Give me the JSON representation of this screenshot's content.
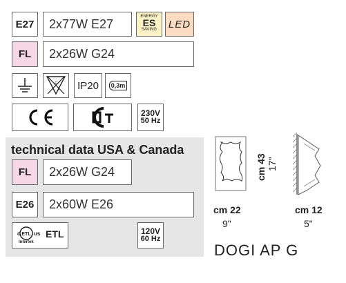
{
  "rows": {
    "e27": {
      "code": "E27",
      "value": "2x77W E27"
    },
    "fl": {
      "code": "FL",
      "value": "2x26W G24"
    }
  },
  "badges": {
    "energy_top": "ENERGY",
    "energy_es": "ES",
    "energy_bottom": "SAVING",
    "led": "LED"
  },
  "symbols": {
    "ip": "IP20",
    "distance": "0,3m",
    "voltage": "230V",
    "frequency": "50 Hz"
  },
  "usa": {
    "title": "technical data USA & Canada",
    "fl": {
      "code": "FL",
      "value": "2x26W G24"
    },
    "e26": {
      "code": "E26",
      "value": "2x60W E26"
    },
    "etl_c": "c",
    "etl_us": "us",
    "etl_label": "ETL",
    "etl_sub": "Intertek",
    "voltage": "120V",
    "frequency": "60 Hz"
  },
  "dimensions": {
    "height_cm": "cm 43",
    "height_in": "17\"",
    "width_cm": "cm 22",
    "width_in": "9\"",
    "depth_cm": "cm 12",
    "depth_in": "5\""
  },
  "product_name": "DOGI AP G"
}
